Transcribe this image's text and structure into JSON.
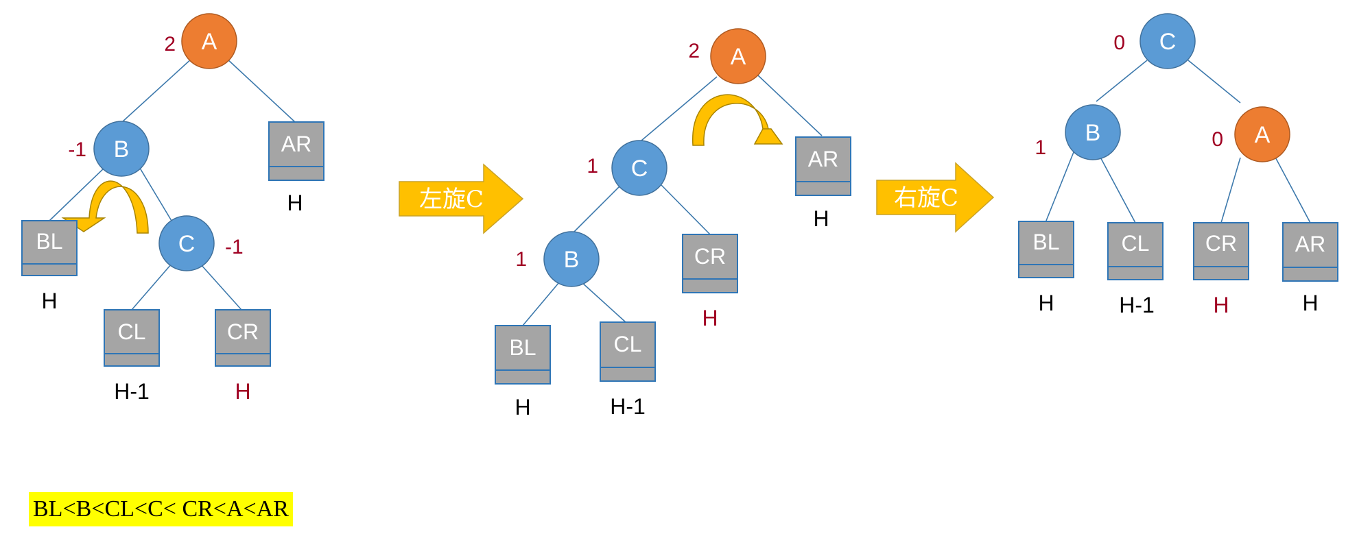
{
  "diagrams": [
    {
      "nodes": [
        {
          "id": "A",
          "label": "A",
          "color": "orange",
          "bf": "2"
        },
        {
          "id": "B",
          "label": "B",
          "color": "blue",
          "bf": "-1"
        },
        {
          "id": "C",
          "label": "C",
          "color": "blue",
          "bf": "-1"
        }
      ],
      "subtrees": [
        {
          "id": "BL",
          "label": "BL",
          "height": "H",
          "height_color": "black"
        },
        {
          "id": "CL",
          "label": "CL",
          "height": "H-1",
          "height_color": "black"
        },
        {
          "id": "CR",
          "label": "CR",
          "height": "H",
          "height_color": "red"
        },
        {
          "id": "AR",
          "label": "AR",
          "height": "H",
          "height_color": "black"
        }
      ]
    },
    {
      "nodes": [
        {
          "id": "A",
          "label": "A",
          "color": "orange",
          "bf": "2"
        },
        {
          "id": "C",
          "label": "C",
          "color": "blue",
          "bf": "1"
        },
        {
          "id": "B",
          "label": "B",
          "color": "blue",
          "bf": "1"
        }
      ],
      "subtrees": [
        {
          "id": "BL",
          "label": "BL",
          "height": "H",
          "height_color": "black"
        },
        {
          "id": "CL",
          "label": "CL",
          "height": "H-1",
          "height_color": "black"
        },
        {
          "id": "CR",
          "label": "CR",
          "height": "H",
          "height_color": "red"
        },
        {
          "id": "AR",
          "label": "AR",
          "height": "H",
          "height_color": "black"
        }
      ]
    },
    {
      "nodes": [
        {
          "id": "C",
          "label": "C",
          "color": "blue",
          "bf": "0"
        },
        {
          "id": "B",
          "label": "B",
          "color": "blue",
          "bf": "1"
        },
        {
          "id": "A",
          "label": "A",
          "color": "orange",
          "bf": "0"
        }
      ],
      "subtrees": [
        {
          "id": "BL",
          "label": "BL",
          "height": "H",
          "height_color": "black"
        },
        {
          "id": "CL",
          "label": "CL",
          "height": "H-1",
          "height_color": "black"
        },
        {
          "id": "CR",
          "label": "CR",
          "height": "H",
          "height_color": "red"
        },
        {
          "id": "AR",
          "label": "AR",
          "height": "H",
          "height_color": "black"
        }
      ]
    }
  ],
  "steps": [
    {
      "label": "左旋C"
    },
    {
      "label": "右旋C"
    }
  ],
  "ordering": "BL<B<CL<C< CR<A<AR",
  "colors": {
    "node_blue": "#5b9bd5",
    "node_orange": "#ed7d31",
    "subtree_box": "#a5a5a5",
    "edge": "#3d79ac",
    "balance_factor": "#a00022",
    "arrow": "#ffc000",
    "highlight": "#ffff00"
  }
}
